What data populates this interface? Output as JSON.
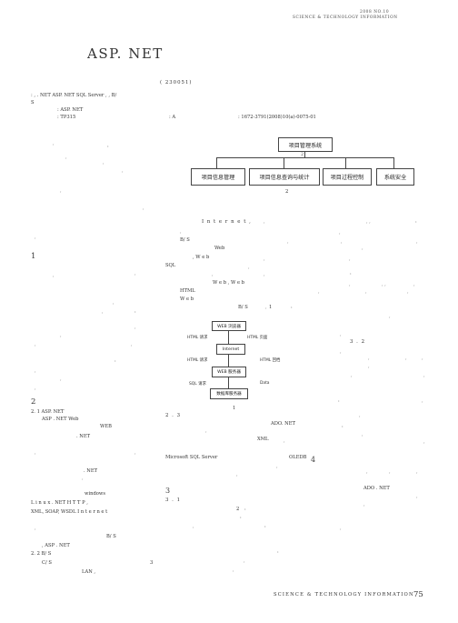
{
  "header": {
    "issue": "2008   NO.10",
    "journal": "SCIENCE  &  TECHNOLOGY  INFORMATION"
  },
  "title": "ASP. NET",
  "affiliation": "(                                                    230051)",
  "abstract": {
    "line1": ":                                    ,    . NET      ASP. NET          SQL  Server           ,                                      ,                    B/",
    "line2": "S",
    "kw": ":                                  ASP. NET",
    "cls_left": ":  TP315",
    "cls_mid": ": A",
    "cls_right": ": 1672-3791(2008)10(a)-0075-01"
  },
  "left_col": {
    "s1": "1",
    "s2": "2",
    "s2_1": "2. 1  ASP. NET",
    "l_aspnet": "ASP . NET                 Web",
    "l_webb": "WEB",
    "l_net1": ". NET",
    "l_net2": ". NET",
    "l_windows": "windows",
    "l_linux": "L i n u x               . NET                  H T T P ,",
    "l_xml": "XML, SOAP, WSDL       I n t e r n e t",
    "l_bs": "B/ S",
    "l_aspnet2": ", ASP . NET",
    "s2_2": "2. 2  B/ S",
    "l_cs": "C/ S",
    "l_3": "3",
    "l_lan": "LAN        ,"
  },
  "fig1": {
    "root": "项目管理系统",
    "children": [
      "项目信息管理",
      "项目信息查询与统计",
      "项目过程控制",
      "系统安全"
    ],
    "caption": "2"
  },
  "right_col": {
    "internet": "I n t e r n e t ,",
    "bs": "B/ S",
    "web1": "Web",
    "web2": ", W e b",
    "sql": "SQL",
    "web3": "W e b    , W e b",
    "html": "HTML",
    "web4": "W e b",
    "bs2": "B/ S",
    "one": "1",
    "three": "3",
    "fig2_caption": "1",
    "s2_3": "2 . 3",
    "adonet": "ADO. NET",
    "xml": "XML",
    "mssql": "Microsoft  SQL  Server",
    "oledb": "OLEDB",
    "four": "4",
    "s3": "3",
    "s3_1": "3 . 1",
    "two": "2",
    "r_adonet": "ADO . NET",
    "r_32": "3 . 2"
  },
  "fig2": {
    "browser": "WEB 浏览器",
    "html_req1": "HTML 请求",
    "html_page": "HTML 页面",
    "internet": "Internet",
    "html_req2": "HTML 请求",
    "html_ret": "HTML 回档",
    "server": "WEB 服务器",
    "sql_req": "SQL 请求",
    "data": "Data",
    "db": "数据库服务器"
  },
  "footer": {
    "journal": "SCIENCE  &  TECHNOLOGY  INFORMATION",
    "page": "75"
  }
}
